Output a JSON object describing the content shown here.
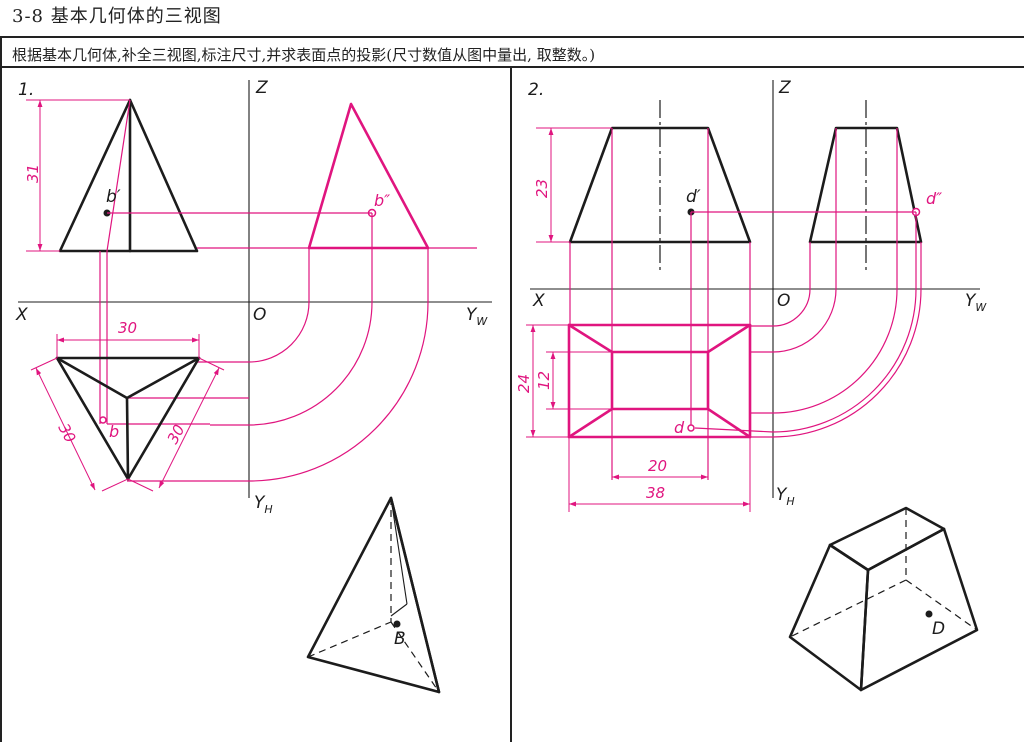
{
  "header": {
    "title": "3-8  基本几何体的三视图"
  },
  "instruction": "根据基本几何体,补全三视图,标注尺寸,并求表面点的投影(尺寸数值从图中量出, 取整数。)",
  "colors": {
    "ink": "#1c1c1c",
    "answer": "#e0157f"
  },
  "problem1": {
    "number": "1.",
    "axes": {
      "z": "Z",
      "x": "X",
      "origin": "O",
      "yw": "Y",
      "yw_sub": "W",
      "yh": "Y",
      "yh_sub": "H"
    },
    "points": {
      "front": "b′",
      "side": "b″",
      "top": "b",
      "iso": "B"
    },
    "dims": {
      "height": "31",
      "width": "30",
      "side_left": "30",
      "side_right": "30"
    }
  },
  "problem2": {
    "number": "2.",
    "axes": {
      "z": "Z",
      "x": "X",
      "origin": "O",
      "yw": "Y",
      "yw_sub": "W",
      "yh": "Y",
      "yh_sub": "H"
    },
    "points": {
      "front": "d′",
      "side": "d″",
      "top": "d",
      "iso": "D"
    },
    "dims": {
      "height": "23",
      "depth_outer": "24",
      "depth_inner": "12",
      "width_inner": "20",
      "width_outer": "38"
    }
  }
}
